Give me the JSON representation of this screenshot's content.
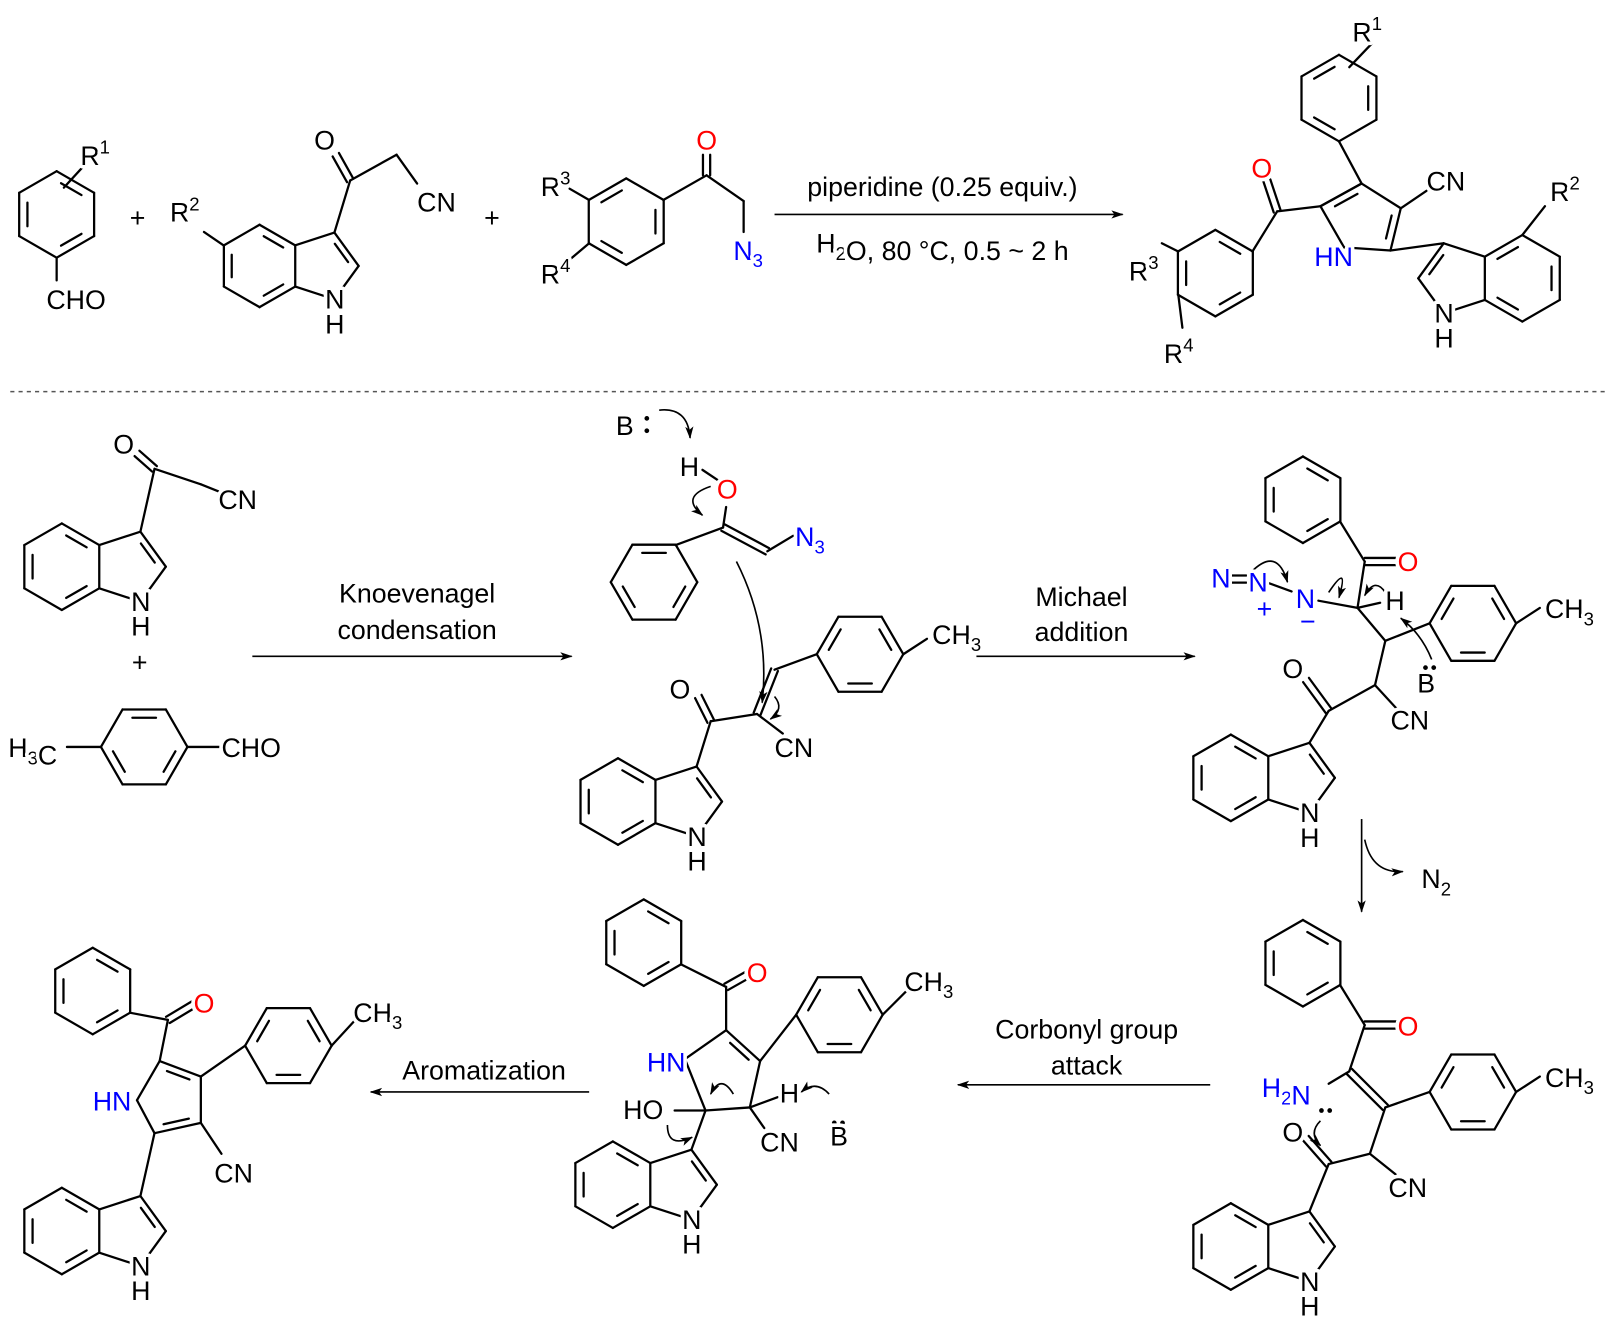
{
  "scheme": {
    "reaction_conditions": {
      "reagent": "piperidine (0.25 equiv.)",
      "cond_pre": "H",
      "cond_sub": "2",
      "cond_post": "O, 80 °C, 0.5 ~ 2 h"
    },
    "steps": {
      "knoevenagel": {
        "line1": "Knoevenagel",
        "line2": "condensation"
      },
      "michael": {
        "line1": "Michael",
        "line2": "addition"
      },
      "carbonyl_attack": {
        "line1": "Corbonyl group",
        "line2": "attack"
      },
      "aromatization": {
        "label": "Aromatization"
      }
    },
    "byproduct": {
      "main": "N",
      "sub": "2"
    },
    "atoms": {
      "R": "R",
      "O": "O",
      "N": "N",
      "H": "H",
      "CN": "CN",
      "CHO": "CHO",
      "HN": "HN",
      "HO": "HO",
      "CH": "CH",
      "B": "B",
      "C": "C",
      "n1": "1",
      "n2": "2",
      "n3": "3",
      "n4": "4",
      "plus": "+",
      "minus": "−"
    },
    "colors": {
      "oxygen": "#ff0000",
      "nitrogen": "#0000ff",
      "bond": "#000000"
    }
  }
}
